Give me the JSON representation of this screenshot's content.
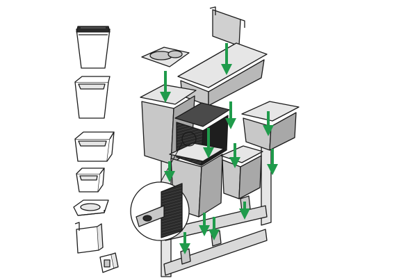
{
  "diagram": {
    "colors": {
      "background": "#ffffff",
      "outline": "#1a1a1a",
      "bin_fill": "#c8c8c8",
      "bin_light": "#e6e6e6",
      "bin_dark": "#9e9e9e",
      "cartridge": "#2a2a2a",
      "rail": "#d9d9d9",
      "arrow": "#1f9b4b"
    },
    "catalog": [
      {
        "name": "tall-bin-with-liner",
        "icon": "tall-bin-liner-icon"
      },
      {
        "name": "tall-bin",
        "icon": "tall-bin-icon"
      },
      {
        "name": "long-shallow-tray",
        "icon": "long-tray-icon"
      },
      {
        "name": "small-bin",
        "icon": "small-bin-icon"
      },
      {
        "name": "lid-tray",
        "icon": "lid-tray-icon"
      },
      {
        "name": "divider-plate",
        "icon": "divider-plate-icon"
      },
      {
        "name": "mounting-clip",
        "icon": "mounting-clip-icon"
      }
    ],
    "assembly": {
      "arrows": 12,
      "detail_callout": "magnified-hook-detail"
    }
  }
}
